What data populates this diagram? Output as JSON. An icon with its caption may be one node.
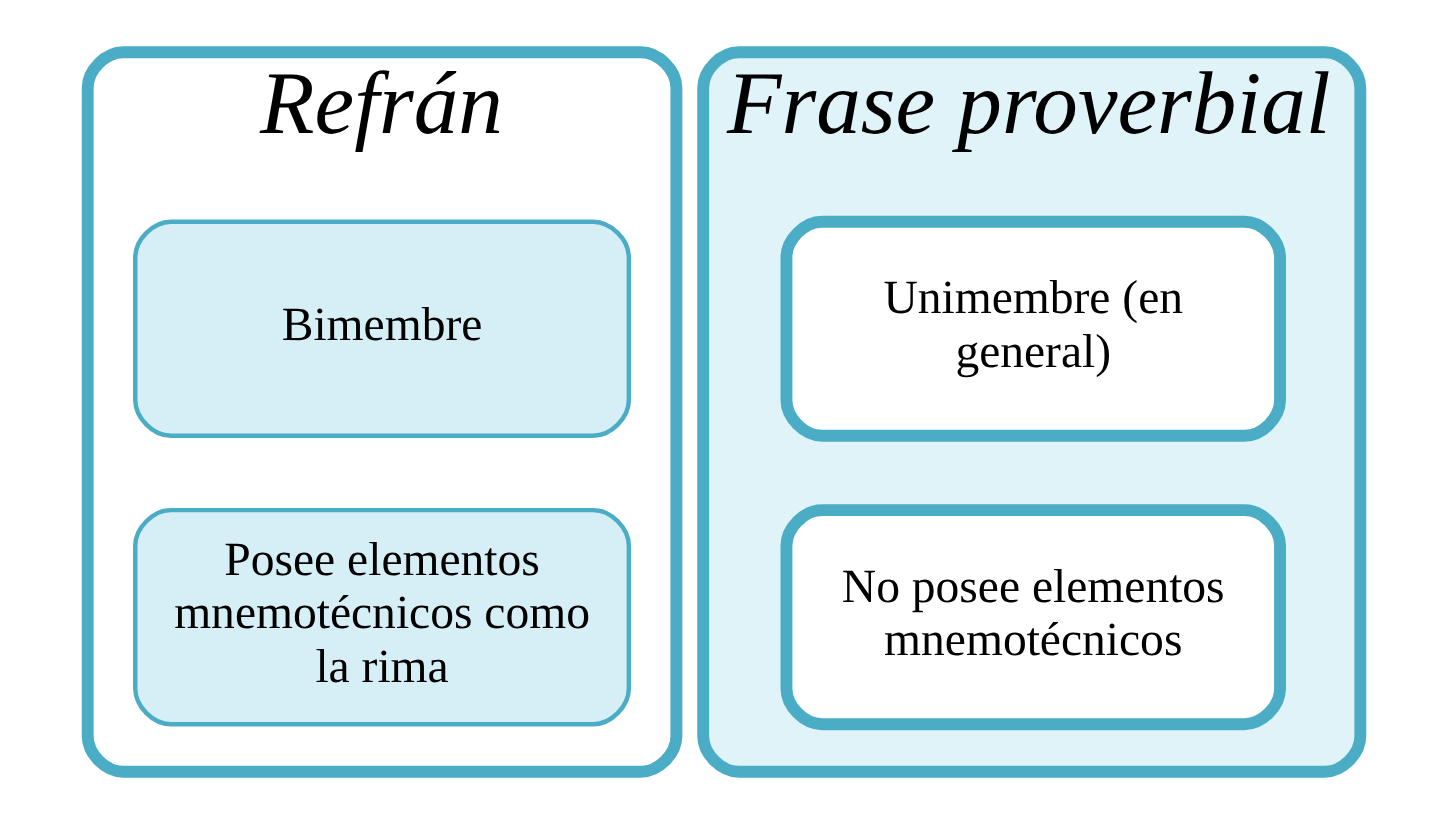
{
  "diagram": {
    "nodes": [
      {
        "text": [
          "Refrán"
        ]
      },
      {
        "text": [
          "Bimembre"
        ],
        "in": 0
      },
      {
        "text": [
          "Posee elementos mnemotécnicos como la rima"
        ],
        "in": 0
      },
      {
        "text": [
          "Frase proverbial"
        ]
      },
      {
        "text": [
          "Unimembre (en general)"
        ],
        "in": 3
      },
      {
        "text": [
          "No posee elementos mnemotécnicos"
        ],
        "in": 3
      }
    ]
  }
}
